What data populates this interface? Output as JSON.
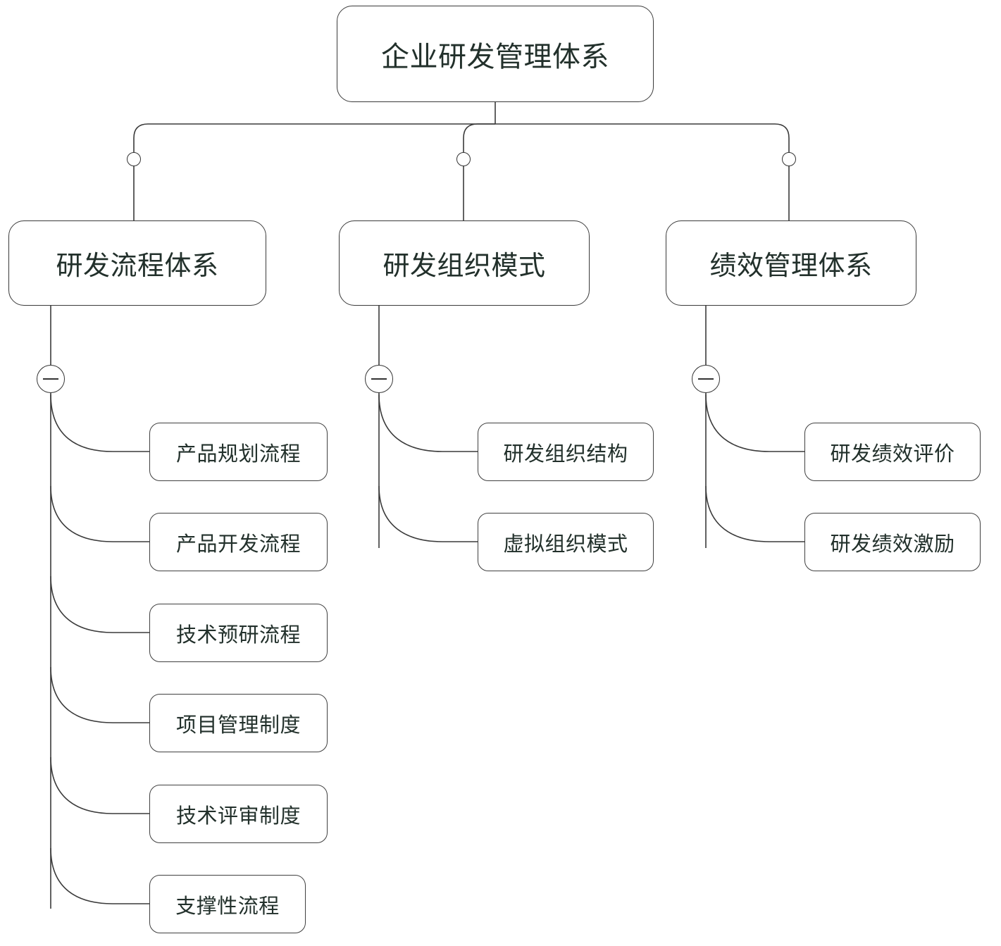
{
  "diagram": {
    "type": "mindmap",
    "title": "企业研发管理体系",
    "root": {
      "label": "企业研发管理体系"
    },
    "branches": [
      {
        "label": "研发流程体系",
        "expanded": true,
        "toggle_icon": "minus-circle-icon",
        "children": [
          {
            "label": "产品规划流程"
          },
          {
            "label": "产品开发流程"
          },
          {
            "label": "技术预研流程"
          },
          {
            "label": "项目管理制度"
          },
          {
            "label": "技术评审制度"
          },
          {
            "label": "支撑性流程"
          }
        ]
      },
      {
        "label": "研发组织模式",
        "expanded": true,
        "toggle_icon": "minus-circle-icon",
        "children": [
          {
            "label": "研发组织结构"
          },
          {
            "label": "虚拟组织模式"
          }
        ]
      },
      {
        "label": "绩效管理体系",
        "expanded": true,
        "toggle_icon": "minus-circle-icon",
        "children": [
          {
            "label": "研发绩效评价"
          },
          {
            "label": "研发绩效激励"
          }
        ]
      }
    ],
    "colors": {
      "background": "#ffffff",
      "node_fill": "#ffffff",
      "node_stroke": "#3a3a3a",
      "connector": "#3a3a3a",
      "text": "#22302b"
    }
  }
}
